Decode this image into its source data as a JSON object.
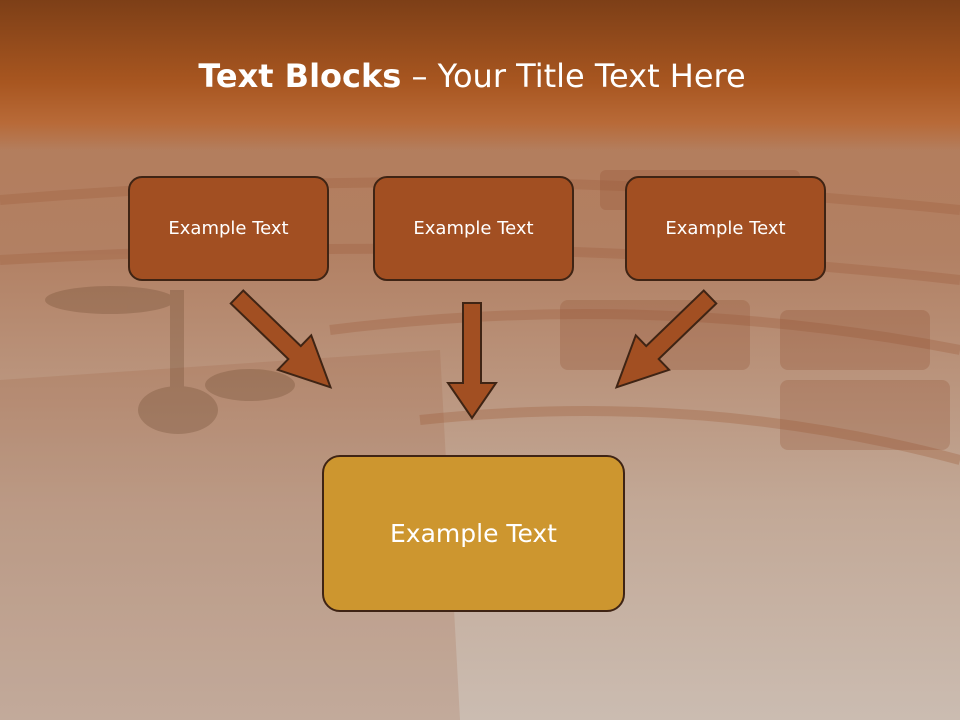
{
  "slide": {
    "title_bold": "Text Blocks",
    "title_dash": " – ",
    "title_rest": "Your Title Text Here"
  },
  "top_blocks": [
    {
      "label": "Example Text"
    },
    {
      "label": "Example Text"
    },
    {
      "label": "Example Text"
    }
  ],
  "bottom_block": {
    "label": "Example Text"
  },
  "colors": {
    "header": "#a85620",
    "top_block_fill": "#a24f22",
    "bottom_block_fill": "#cd962f",
    "arrow_fill": "#a24f22",
    "outline": "#3f2414"
  }
}
